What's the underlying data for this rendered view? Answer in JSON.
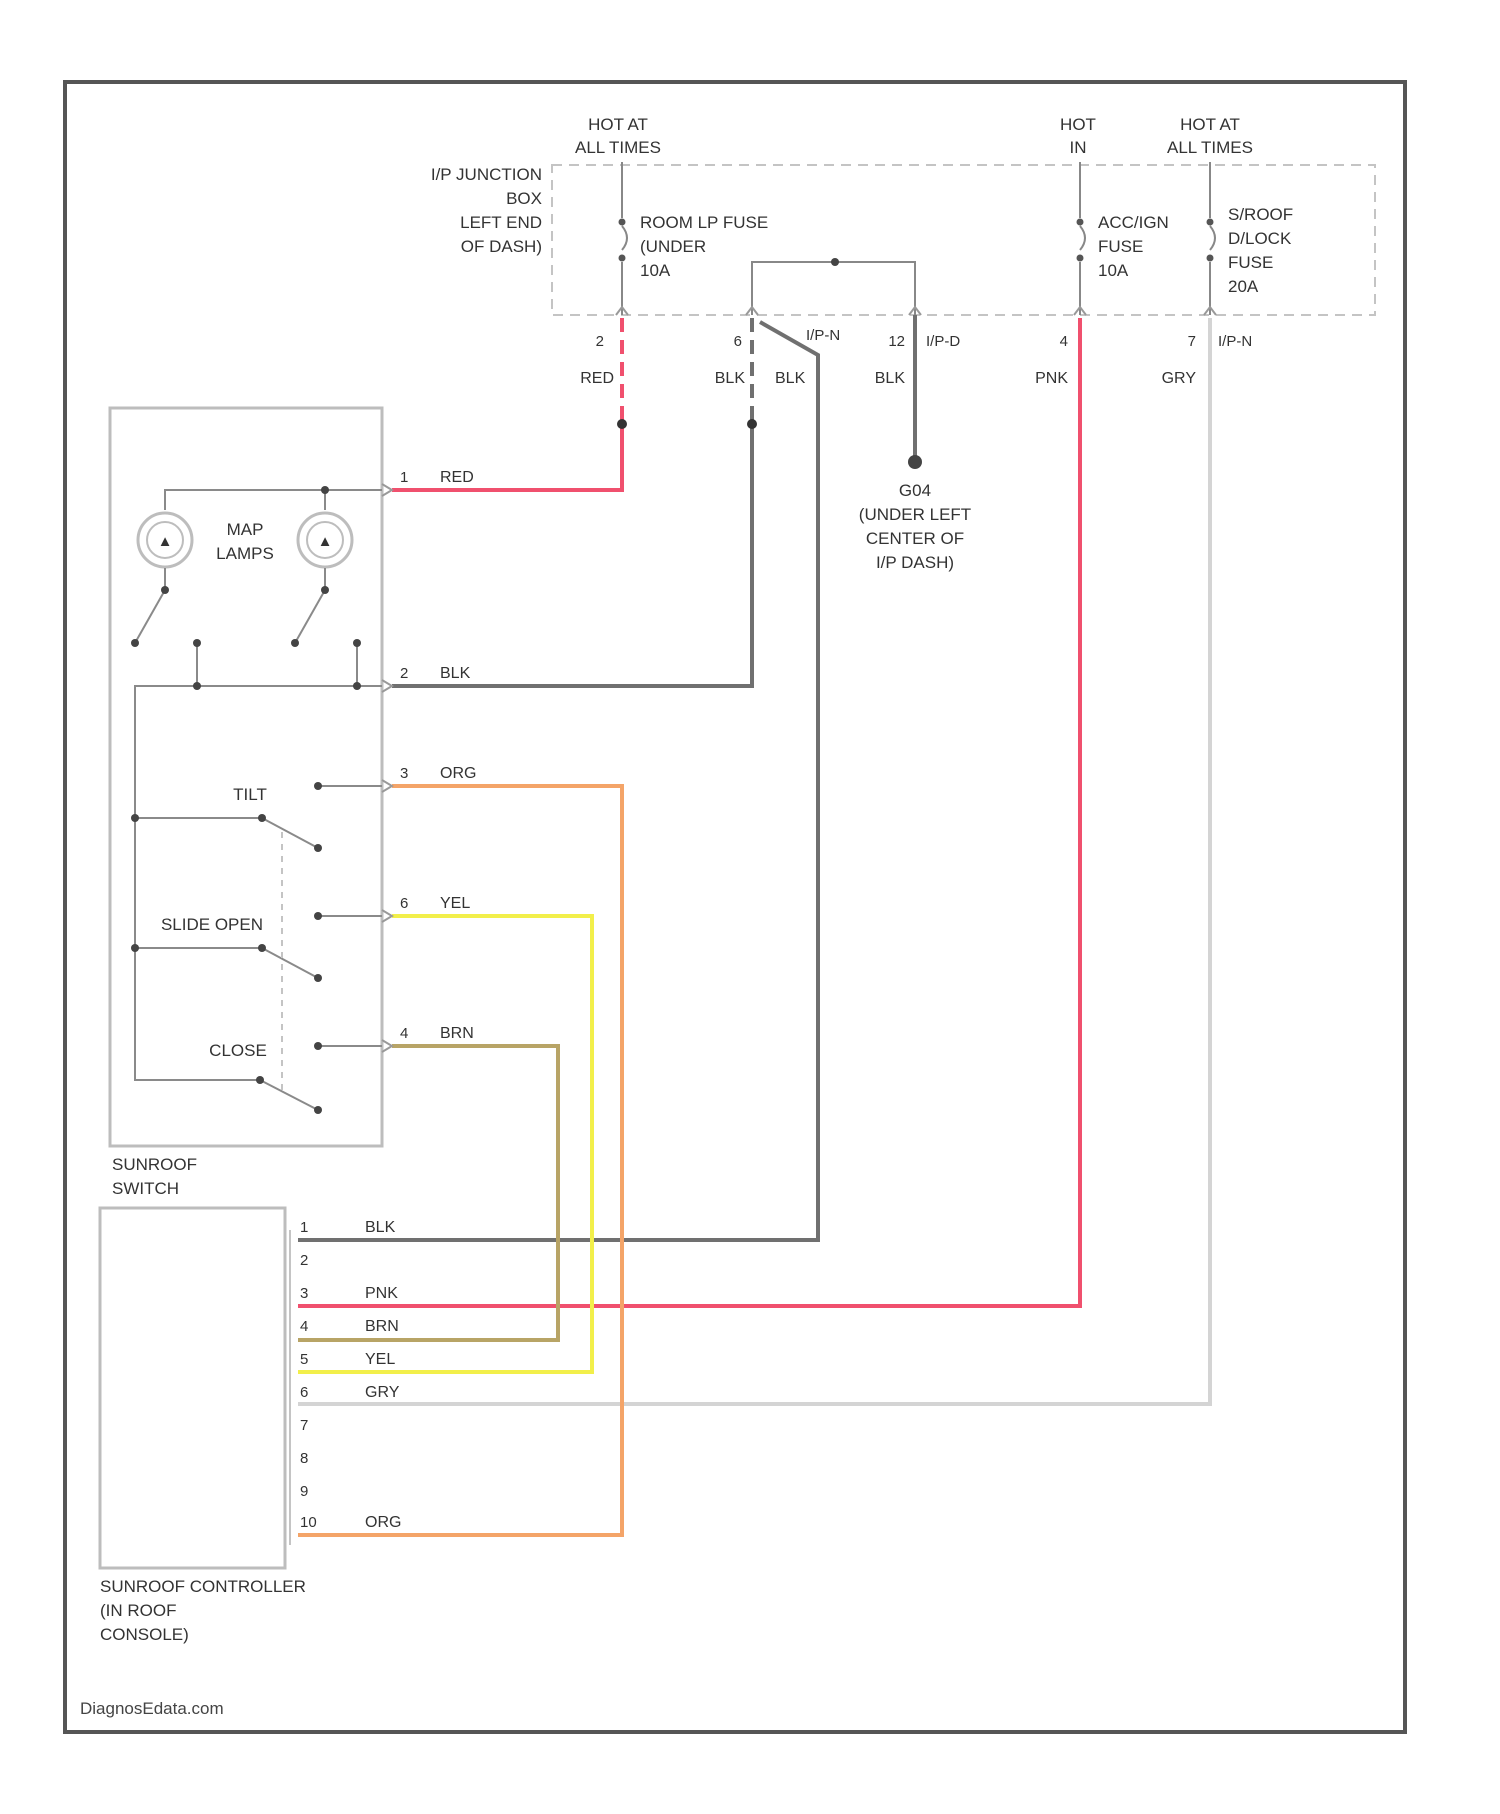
{
  "colors": {
    "RED": "#f0506e",
    "PNK": "#f0506e",
    "BLK": "#707070",
    "ORG": "#f4a468",
    "YEL": "#f2ef4a",
    "BRN": "#b8a466",
    "GRY": "#d4d4d4",
    "frame": "#555555",
    "box": "#bdbdbd",
    "dashed": "#c4c4c4"
  },
  "hot_labels": {
    "hot1": [
      "HOT AT",
      "ALL TIMES"
    ],
    "hot2": [
      "HOT",
      "IN"
    ],
    "hot3": [
      "HOT AT",
      "ALL TIMES"
    ]
  },
  "junction_box": [
    "I/P JUNCTION",
    "BOX",
    "LEFT END",
    "OF DASH)"
  ],
  "fuses": {
    "room": [
      "ROOM LP FUSE",
      "(UNDER",
      "10A"
    ],
    "acc": [
      "ACC/IGN",
      "FUSE",
      "10A"
    ],
    "sunroof": [
      "S/ROOF",
      "D/LOCK",
      "FUSE",
      "20A"
    ]
  },
  "junction_pins": {
    "p1": "2",
    "p1c": "",
    "p2": "6",
    "p2c": "I/P-N",
    "p3": "12",
    "p3c": "I/P-D",
    "p4": "4",
    "p5": "7",
    "p5c": "I/P-N"
  },
  "top_wire_labels": {
    "red": "RED",
    "blk1": "BLK",
    "blk2": "BLK",
    "blk3": "BLK",
    "pnk": "PNK",
    "gry": "GRY"
  },
  "ground": [
    "G04",
    "(UNDER LEFT",
    "CENTER OF",
    "I/P DASH)"
  ],
  "switch": {
    "lamps": [
      "MAP",
      "LAMPS"
    ],
    "tilt": "TILT",
    "slide_open": "SLIDE OPEN",
    "close": "CLOSE",
    "name": [
      "SUNROOF",
      "SWITCH"
    ],
    "pins": [
      {
        "n": "1",
        "wire": "RED"
      },
      {
        "n": "2",
        "wire": "BLK"
      },
      {
        "n": "3",
        "wire": "ORG"
      },
      {
        "n": "6",
        "wire": "YEL"
      },
      {
        "n": "4",
        "wire": "BRN"
      }
    ]
  },
  "controller": {
    "name": [
      "SUNROOF CONTROLLER",
      "(IN ROOF",
      "CONSOLE)"
    ],
    "pins": [
      {
        "n": "1",
        "wire": "BLK"
      },
      {
        "n": "2",
        "wire": ""
      },
      {
        "n": "3",
        "wire": "PNK"
      },
      {
        "n": "4",
        "wire": "BRN"
      },
      {
        "n": "5",
        "wire": "YEL"
      },
      {
        "n": "6",
        "wire": "GRY"
      },
      {
        "n": "7",
        "wire": ""
      },
      {
        "n": "8",
        "wire": ""
      },
      {
        "n": "9",
        "wire": ""
      },
      {
        "n": "10",
        "wire": "ORG"
      }
    ]
  },
  "footer": "DiagnosEdata.com"
}
